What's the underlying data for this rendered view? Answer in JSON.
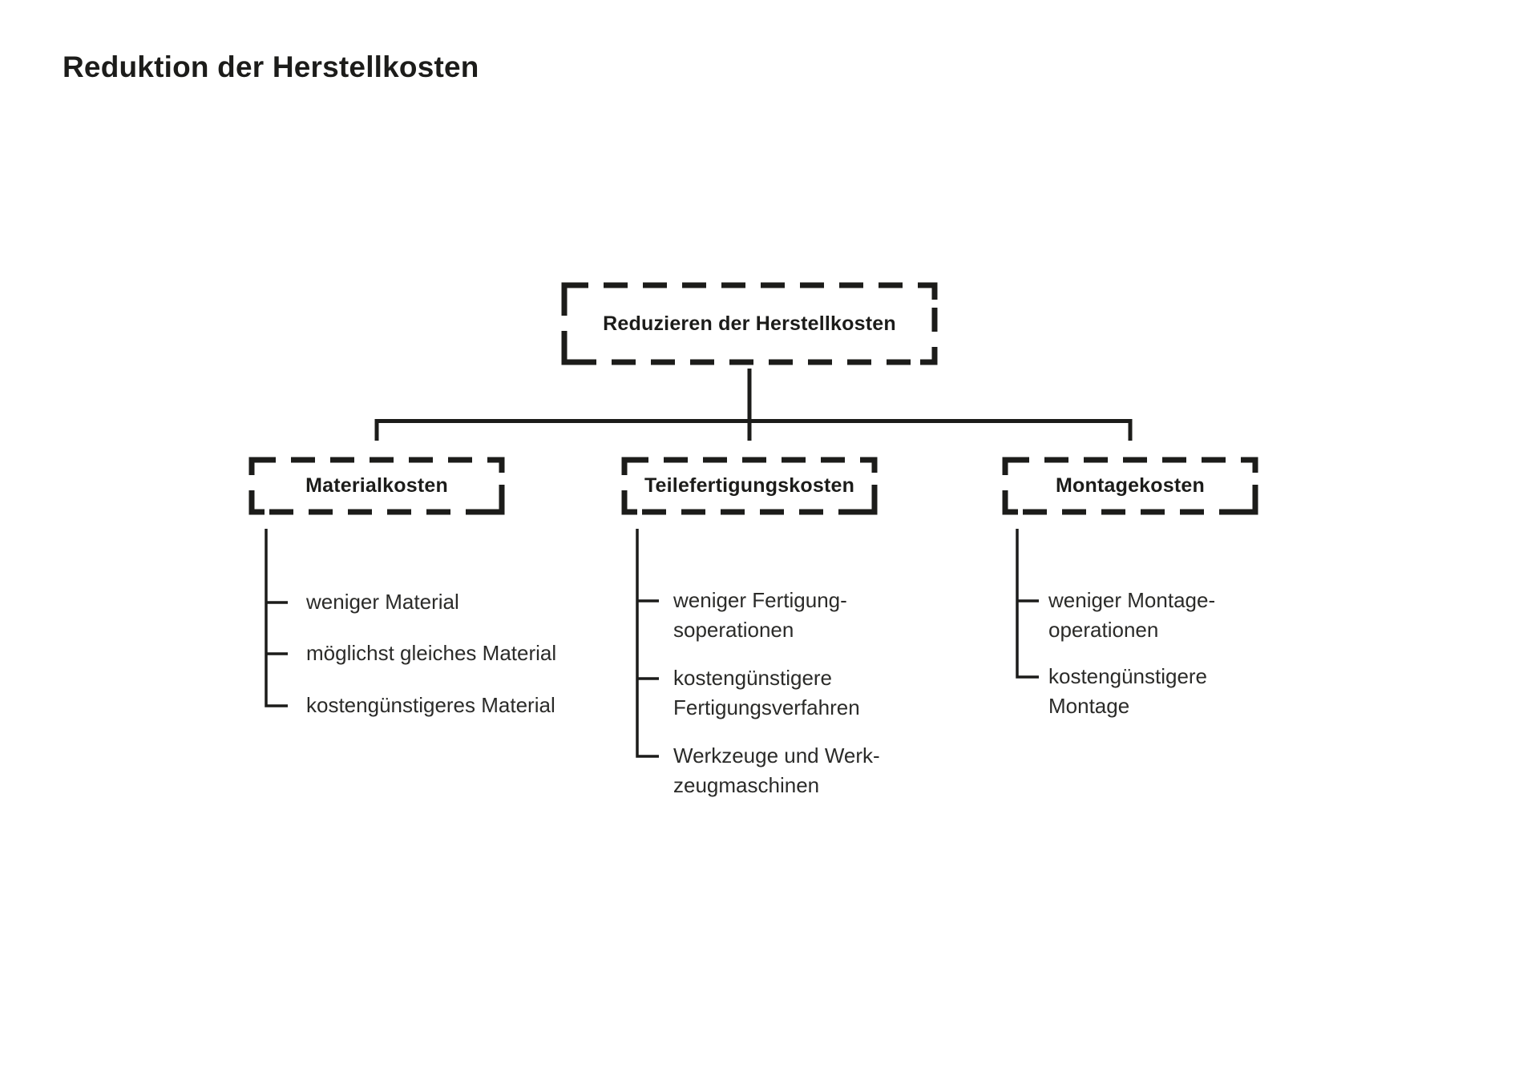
{
  "page": {
    "title": "Reduktion der Herstellkosten"
  },
  "colors": {
    "ink": "#1c1c1a",
    "text": "#2b2b29",
    "bg": "#ffffff"
  },
  "diagram": {
    "root": {
      "label": "Reduzieren der Herstellkosten"
    },
    "branches": [
      {
        "label": "Materialkosten",
        "items": [
          "weniger Material",
          "möglichst gleiches Material",
          "kostengünstigeres Material"
        ]
      },
      {
        "label": "Teilefertigungskosten",
        "items": [
          "weniger Fertigung-\nsoperationen",
          "kostengünstigere\nFertigungsverfahren",
          "Werkzeuge und Werk-\nzeugmaschinen"
        ]
      },
      {
        "label": "Montagekosten",
        "items": [
          "weniger Montage-\noperationen",
          "kostengünstigere\nMontage"
        ]
      }
    ]
  }
}
